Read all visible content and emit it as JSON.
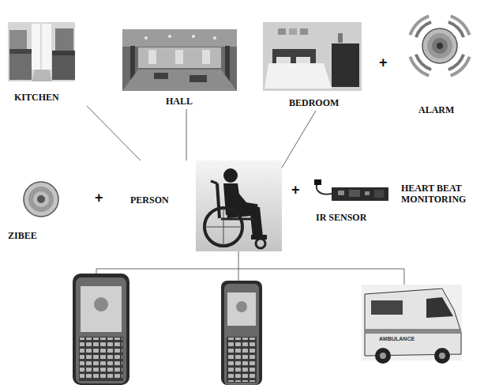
{
  "diagram": {
    "nodes": [
      {
        "text": [
          "KITCHEN"
        ]
      },
      {
        "text": [
          "HALL"
        ]
      },
      {
        "text": [
          "BEDROOM"
        ]
      },
      {
        "text": [
          "ALARM"
        ]
      },
      {
        "text": [
          "ZIBEE"
        ]
      },
      {
        "text": [
          "PERSON"
        ]
      },
      {
        "text": [
          "HEART BEAT MONITORING",
          "IR SENSOR"
        ]
      },
      {
        "text": [
          "AMBULANCE"
        ]
      }
    ],
    "edges": [
      {
        "from": 0,
        "to": 5,
        "arrow": "none"
      },
      {
        "from": 1,
        "to": 5,
        "arrow": "none"
      },
      {
        "from": 2,
        "to": 5,
        "arrow": "none"
      },
      {
        "from": 5,
        "to": 7,
        "arrow": "none"
      }
    ],
    "labels": [
      "+",
      "+",
      "+"
    ]
  }
}
